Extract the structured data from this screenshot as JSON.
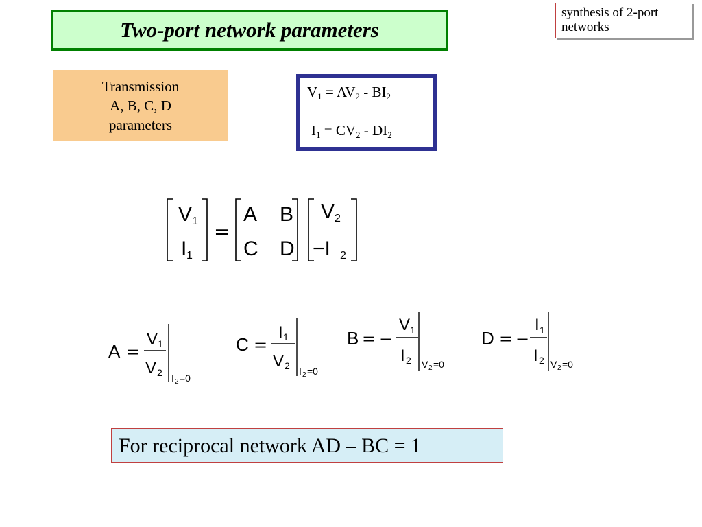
{
  "title": "Two-port network parameters",
  "corner_tag": {
    "line1": "synthesis of 2-port",
    "line2": "networks"
  },
  "abcd_label": {
    "line1": "Transmission",
    "line2": "A, B, C, D",
    "line3": "parameters"
  },
  "equations": {
    "eq1": {
      "lhs": "V",
      "lhs_sub": "1",
      "mid": " = AV",
      "mid_sub": "2",
      "tail": " - BI",
      "tail_sub": "2"
    },
    "eq2": {
      "lhs": "I",
      "lhs_sub": "1",
      "mid": " = CV",
      "mid_sub": "2",
      "tail": " - DI",
      "tail_sub": "2"
    }
  },
  "matrix": {
    "lhs": [
      "V",
      "1",
      "I",
      "1"
    ],
    "equals": "=",
    "abcd": [
      "A",
      "B",
      "C",
      "D"
    ],
    "rhs": [
      "V",
      "2",
      "−I",
      "2"
    ]
  },
  "definitions": [
    {
      "name": "A",
      "num": "V",
      "num_sub": "1",
      "den": "V",
      "den_sub": "2",
      "cond": "I",
      "cond_sub": "2",
      "cond_tail": "=0",
      "neg": ""
    },
    {
      "name": "C",
      "num": "I",
      "num_sub": "1",
      "den": "V",
      "den_sub": "2",
      "cond": "I",
      "cond_sub": "2",
      "cond_tail": "=0",
      "neg": ""
    },
    {
      "name": "B",
      "num": "V",
      "num_sub": "1",
      "den": "I",
      "den_sub": "2",
      "cond": "V",
      "cond_sub": "2",
      "cond_tail": "=0",
      "neg": "−"
    },
    {
      "name": "D",
      "num": "I",
      "num_sub": "1",
      "den": "I",
      "den_sub": "2",
      "cond": "V",
      "cond_sub": "2",
      "cond_tail": "=0",
      "neg": "−"
    }
  ],
  "reciprocal_note": "For reciprocal network AD – BC = 1",
  "colors": {
    "title_bg": "#ccffcc",
    "title_border": "#008000",
    "label_bg": "#f9cb8f",
    "eq_border": "#2e3192",
    "note_bg": "#d6eef6"
  }
}
